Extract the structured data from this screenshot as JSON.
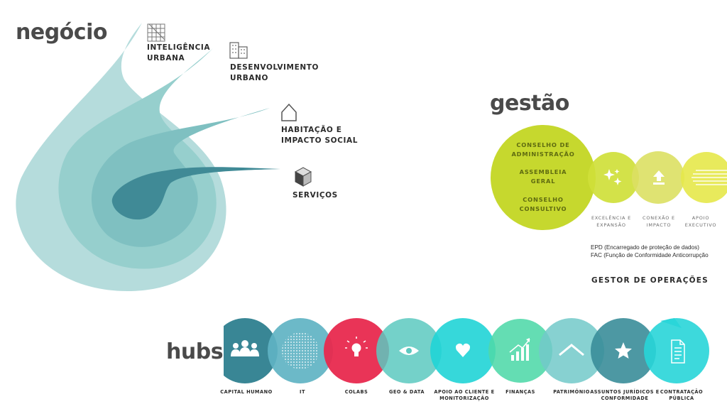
{
  "negocio": {
    "title": "negócio",
    "items": [
      {
        "label": "INTELIGÊNCIA\n URBANA",
        "icon": "city-map-icon"
      },
      {
        "label": "DESENVOLVIMENTO\nURBANO",
        "icon": "buildings-icon"
      },
      {
        "label": "HABITAÇÃO E\n IMPACTO SOCIAL",
        "icon": "house-icon"
      },
      {
        "label": "SERVIÇOS",
        "icon": "cube-icon"
      }
    ]
  },
  "gestao": {
    "title": "gestão",
    "governance": [
      "CONSELHO DE\nADMINISTRAÇÃO",
      "ASSEMBLEIA\nGERAL",
      "CONSELHO\nCONSULTIVO"
    ],
    "circles": [
      {
        "label": "EXCELÊNCIA E\nEXPANSÃO",
        "icon": "sparkles-icon"
      },
      {
        "label": "CONEXÃO E\nIMPACTO",
        "icon": "upload-icon"
      },
      {
        "label": "APOIO\nEXECUTIVO",
        "icon": "lines-icon"
      }
    ],
    "notes": [
      "EPD (Encarregado de proteção de dados)",
      "FAC (Função de Conformidade Anticorrupção"
    ],
    "operations": "GESTOR DE OPERAÇÕES"
  },
  "hubs": {
    "title": "hubs",
    "items": [
      {
        "label": "CAPITAL HUMANO",
        "icon": "people-icon",
        "color": "#2e7f8f"
      },
      {
        "label": "IT",
        "icon": "dot-pattern-icon",
        "color": "#5fb3c3"
      },
      {
        "label": "COLABS",
        "icon": "lightbulb-icon",
        "color": "#e8294e"
      },
      {
        "label": "GEO & DATA",
        "icon": "eye-icon",
        "color": "#5cc9c0"
      },
      {
        "label": "APOIO AO CLIENTE E\nMONITORIZAÇÃO",
        "icon": "heart-icon",
        "color": "#20d4d6"
      },
      {
        "label": "FINANÇAS",
        "icon": "growth-chart-icon",
        "color": "#4fd8a8"
      },
      {
        "label": "PATRIMÓNIO",
        "icon": "roof-icon",
        "color": "#72c9c9"
      },
      {
        "label": "ASSUNTOS JURÍDICOS E\nCONFORMIDADE",
        "icon": "star-icon",
        "color": "#3a8d99"
      },
      {
        "label": "CONTRATAÇÃO\nPÚBLICA",
        "icon": "document-icon",
        "color": "#28d5d8"
      }
    ]
  }
}
